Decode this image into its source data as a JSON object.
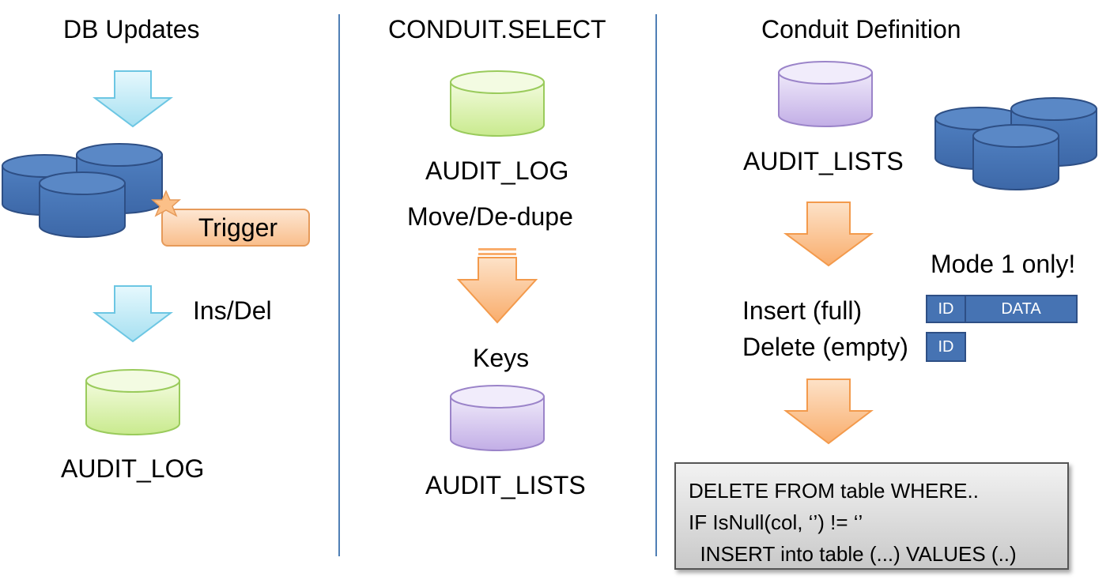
{
  "columns": {
    "db_updates": {
      "title": "DB Updates",
      "trigger_label": "Trigger",
      "arrow_label": "Ins/Del",
      "table_label": "AUDIT_LOG"
    },
    "conduit_select": {
      "title": "CONDUIT.SELECT",
      "source_label": "AUDIT_LOG",
      "step_label": "Move/De-dupe",
      "keys_label": "Keys",
      "target_label": "AUDIT_LISTS"
    },
    "conduit_definition": {
      "title": "Conduit Definition",
      "source_label": "AUDIT_LISTS",
      "mode_note": "Mode 1 only!",
      "insert_label": "Insert (full)",
      "delete_label": "Delete (empty)",
      "id_label": "ID",
      "data_label": "DATA",
      "sql_lines": [
        "DELETE FROM table WHERE..",
        "IF IsNull(col, ‘’) != ‘’",
        "  INSERT into table (...) VALUES (..)"
      ]
    }
  },
  "colors": {
    "blue_db": "#4673b3",
    "green_db": "#d7f0a8",
    "purple_db": "#cfc0ec",
    "cyan_arrow": "#bfe9f6",
    "orange_arrow": "#fbc088",
    "divider": "#4f7fb5"
  }
}
